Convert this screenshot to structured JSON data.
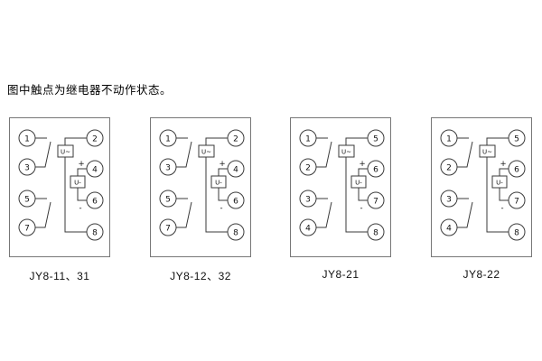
{
  "note": "图中触点为继电器不动作状态。",
  "symbols": {
    "ac": "U~",
    "dc": "U-",
    "plus": "+",
    "minus": "-"
  },
  "panels": [
    {
      "label": "JY8-11、31",
      "left_terminals": [
        "1",
        "3",
        "5",
        "7"
      ],
      "right_terminals": [
        "2",
        "4",
        "6",
        "8"
      ]
    },
    {
      "label": "JY8-12、32",
      "left_terminals": [
        "1",
        "3",
        "5",
        "7"
      ],
      "right_terminals": [
        "2",
        "4",
        "6",
        "8"
      ]
    },
    {
      "label": "JY8-21",
      "left_terminals": [
        "1",
        "2",
        "3",
        "4"
      ],
      "right_terminals": [
        "5",
        "6",
        "7",
        "8"
      ]
    },
    {
      "label": "JY8-22",
      "left_terminals": [
        "1",
        "2",
        "3",
        "4"
      ],
      "right_terminals": [
        "5",
        "6",
        "7",
        "8"
      ]
    }
  ],
  "colors": {
    "background": "#ffffff",
    "line": "#3a3a3a",
    "frame": "#777777",
    "text": "#111111"
  }
}
